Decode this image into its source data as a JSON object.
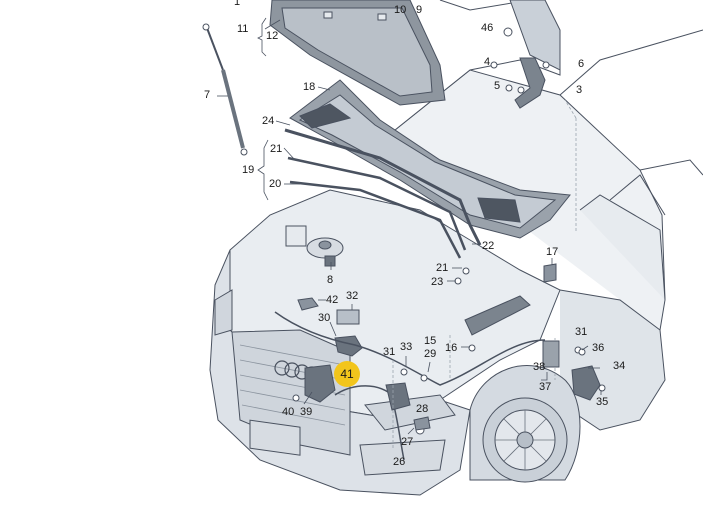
{
  "diagram": {
    "colors": {
      "line": "#4a5260",
      "body": "#c9d0d8",
      "panel": "#e6eaee",
      "dark": "#6a737e",
      "accent": "#f2c51c",
      "leader": "#9aa3ad"
    },
    "callouts": [
      {
        "id": "c1",
        "text": "1"
      },
      {
        "id": "c10",
        "text": "10"
      },
      {
        "id": "c9",
        "text": "9"
      },
      {
        "id": "c11",
        "text": "11"
      },
      {
        "id": "c12",
        "text": "12"
      },
      {
        "id": "c46",
        "text": "46"
      },
      {
        "id": "c4",
        "text": "4"
      },
      {
        "id": "c6",
        "text": "6"
      },
      {
        "id": "c7",
        "text": "7"
      },
      {
        "id": "c5",
        "text": "5"
      },
      {
        "id": "c3",
        "text": "3"
      },
      {
        "id": "c18",
        "text": "18"
      },
      {
        "id": "c24",
        "text": "24"
      },
      {
        "id": "c21a",
        "text": "21"
      },
      {
        "id": "c19",
        "text": "19"
      },
      {
        "id": "c20",
        "text": "20"
      },
      {
        "id": "c22",
        "text": "22"
      },
      {
        "id": "c17",
        "text": "17"
      },
      {
        "id": "c21b",
        "text": "21"
      },
      {
        "id": "c23",
        "text": "23"
      },
      {
        "id": "c8",
        "text": "8"
      },
      {
        "id": "c42",
        "text": "42"
      },
      {
        "id": "c32",
        "text": "32"
      },
      {
        "id": "c30",
        "text": "30"
      },
      {
        "id": "c15",
        "text": "15"
      },
      {
        "id": "c16",
        "text": "16"
      },
      {
        "id": "c31a",
        "text": "31"
      },
      {
        "id": "c33",
        "text": "33"
      },
      {
        "id": "c29",
        "text": "29"
      },
      {
        "id": "c41",
        "text": "41",
        "highlight": true
      },
      {
        "id": "c31b",
        "text": "31"
      },
      {
        "id": "c36",
        "text": "36"
      },
      {
        "id": "c38",
        "text": "38"
      },
      {
        "id": "c34",
        "text": "34"
      },
      {
        "id": "c37",
        "text": "37"
      },
      {
        "id": "c35",
        "text": "35"
      },
      {
        "id": "c28",
        "text": "28"
      },
      {
        "id": "c40",
        "text": "40"
      },
      {
        "id": "c39",
        "text": "39"
      },
      {
        "id": "c27",
        "text": "27"
      },
      {
        "id": "c26",
        "text": "26"
      }
    ]
  }
}
